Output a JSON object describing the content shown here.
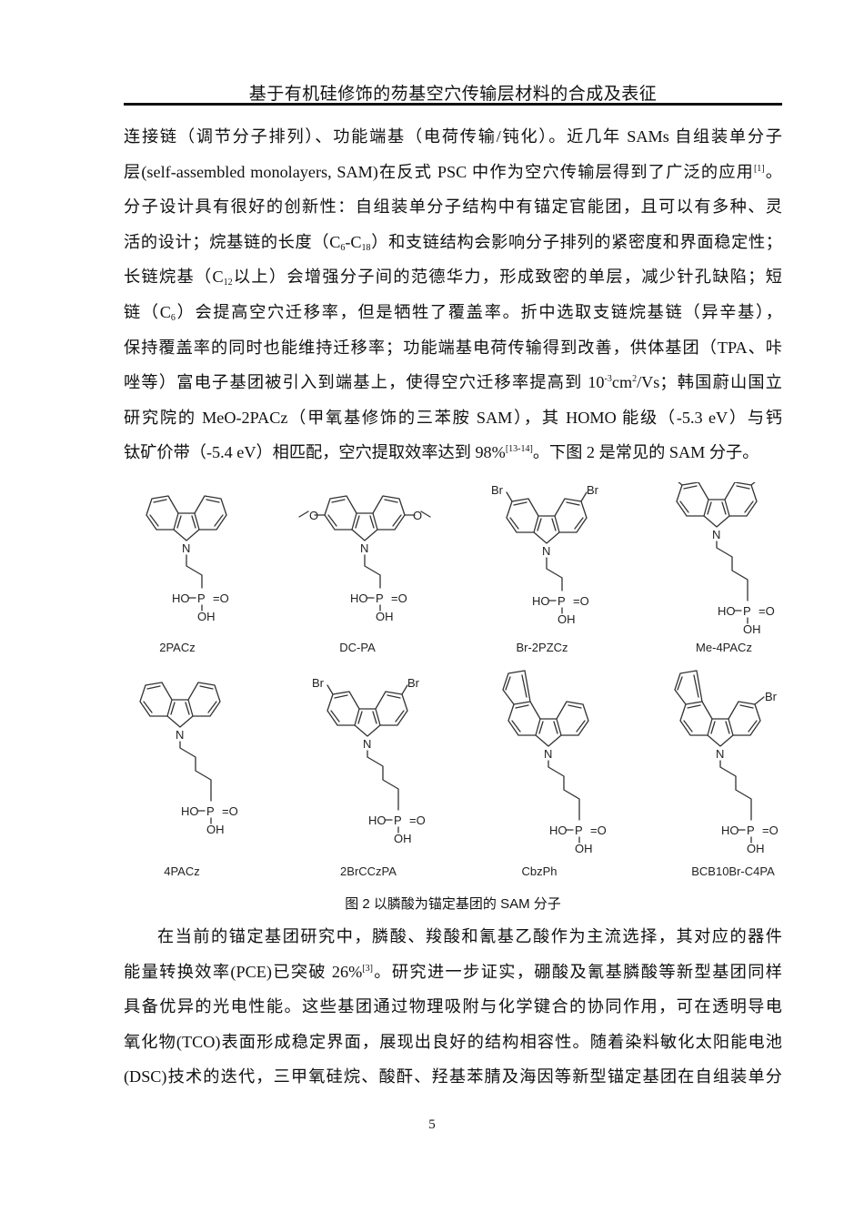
{
  "header": {
    "running_title": "基于有机硅修饰的芴基空穴传输层材料的合成及表征"
  },
  "paragraph1": {
    "lines": [
      [
        "连接链（调节分子排列）、功能端基（电荷传输/钝化）。近几年 SAMs 自组装单分子"
      ],
      [
        "层(self-assembled monolayers, SAM)在反式 PSC 中作为空穴传输层得到了广泛的应用",
        "[1]",
        "。"
      ],
      [
        "分子设计具有很好的创新性：自组装单分子结构中有锚定官能团，且可以有多种、灵"
      ],
      [
        "活的设计；烷基链的长度（C",
        "6",
        "-C",
        "18",
        "）和支链结构会影响分子排列的紧密度和界面稳定性；"
      ],
      [
        "长链烷基（C",
        "12",
        "以上）会增强分子间的范德华力，形成致密的单层，减少针孔缺陷；短"
      ],
      [
        "链（C",
        "6",
        "）会提高空穴迁移率，但是牺牲了覆盖率。折中选取支链烷基链（异辛基），"
      ],
      [
        "保持覆盖率的同时也能维持迁移率；功能端基电荷传输得到改善，供体基团（TPA、咔"
      ],
      [
        "唑等）富电子基团被引入到端基上，使得空穴迁移率提高到 10",
        "-3",
        "cm",
        "2",
        "/Vs；韩国蔚山国立"
      ],
      [
        "研究院的 MeO-2PACz（甲氧基修饰的三苯胺 SAM），其 HOMO 能级（-5.3 eV）与钙"
      ],
      [
        "钛矿价带（-5.4 eV）相匹配，空穴提取效率达到 98%",
        "[13-14]",
        "。下图 2 是常见的 SAM 分子。"
      ]
    ]
  },
  "figure": {
    "caption": "图 2  以膦酸为锚定基团的 SAM 分子",
    "molecules": [
      {
        "name": "2PACz",
        "substituent": "none",
        "chain_length": 2,
        "fused": "carbazole"
      },
      {
        "name": "DC-PA",
        "substituent": "2,7-dimethoxy",
        "chain_length": 2,
        "fused": "carbazole"
      },
      {
        "name": "Br-2PZCz",
        "substituent": "3,6-dibromo",
        "chain_length": 2,
        "fused": "carbazole"
      },
      {
        "name": "Me-4PACz",
        "substituent": "3,6-dimethyl",
        "chain_length": 4,
        "fused": "carbazole"
      },
      {
        "name": "4PACz",
        "substituent": "none",
        "chain_length": 4,
        "fused": "carbazole"
      },
      {
        "name": "2BrCCzPA",
        "substituent": "3,6-dibromo",
        "chain_length": 4,
        "fused": "carbazole"
      },
      {
        "name": "CbzPh",
        "substituent": "none",
        "chain_length": 4,
        "fused": "benzocarbazole"
      },
      {
        "name": "BCB10Br-C4PA",
        "substituent": "bromo",
        "chain_length": 4,
        "fused": "benzocarbazole"
      }
    ],
    "atoms": {
      "nitrogen": "N",
      "bromine": "Br",
      "phosphorus": "P",
      "oxygen": "O",
      "hydroxyl_left": "HO",
      "hydroxyl_bottom": "OH"
    }
  },
  "paragraph2": {
    "lines": [
      [
        "在当前的锚定基团研究中，膦酸、羧酸和氰基乙酸作为主流选择，其对应的器件"
      ],
      [
        "能量转换效率(PCE)已突破 26%",
        "[3]",
        "。研究进一步证实，硼酸及氰基膦酸等新型基团同样"
      ],
      [
        "具备优异的光电性能。这些基团通过物理吸附与化学键合的协同作用，可在透明导电"
      ],
      [
        "氧化物(TCO)表面形成稳定界面，展现出良好的结构相容性。随着染料敏化太阳能电池"
      ],
      [
        "(DSC)技术的迭代，三甲氧硅烷、酸酐、羟基苯腈及海因等新型锚定基团在自组装单分"
      ]
    ]
  },
  "footer": {
    "page_number": "5"
  }
}
